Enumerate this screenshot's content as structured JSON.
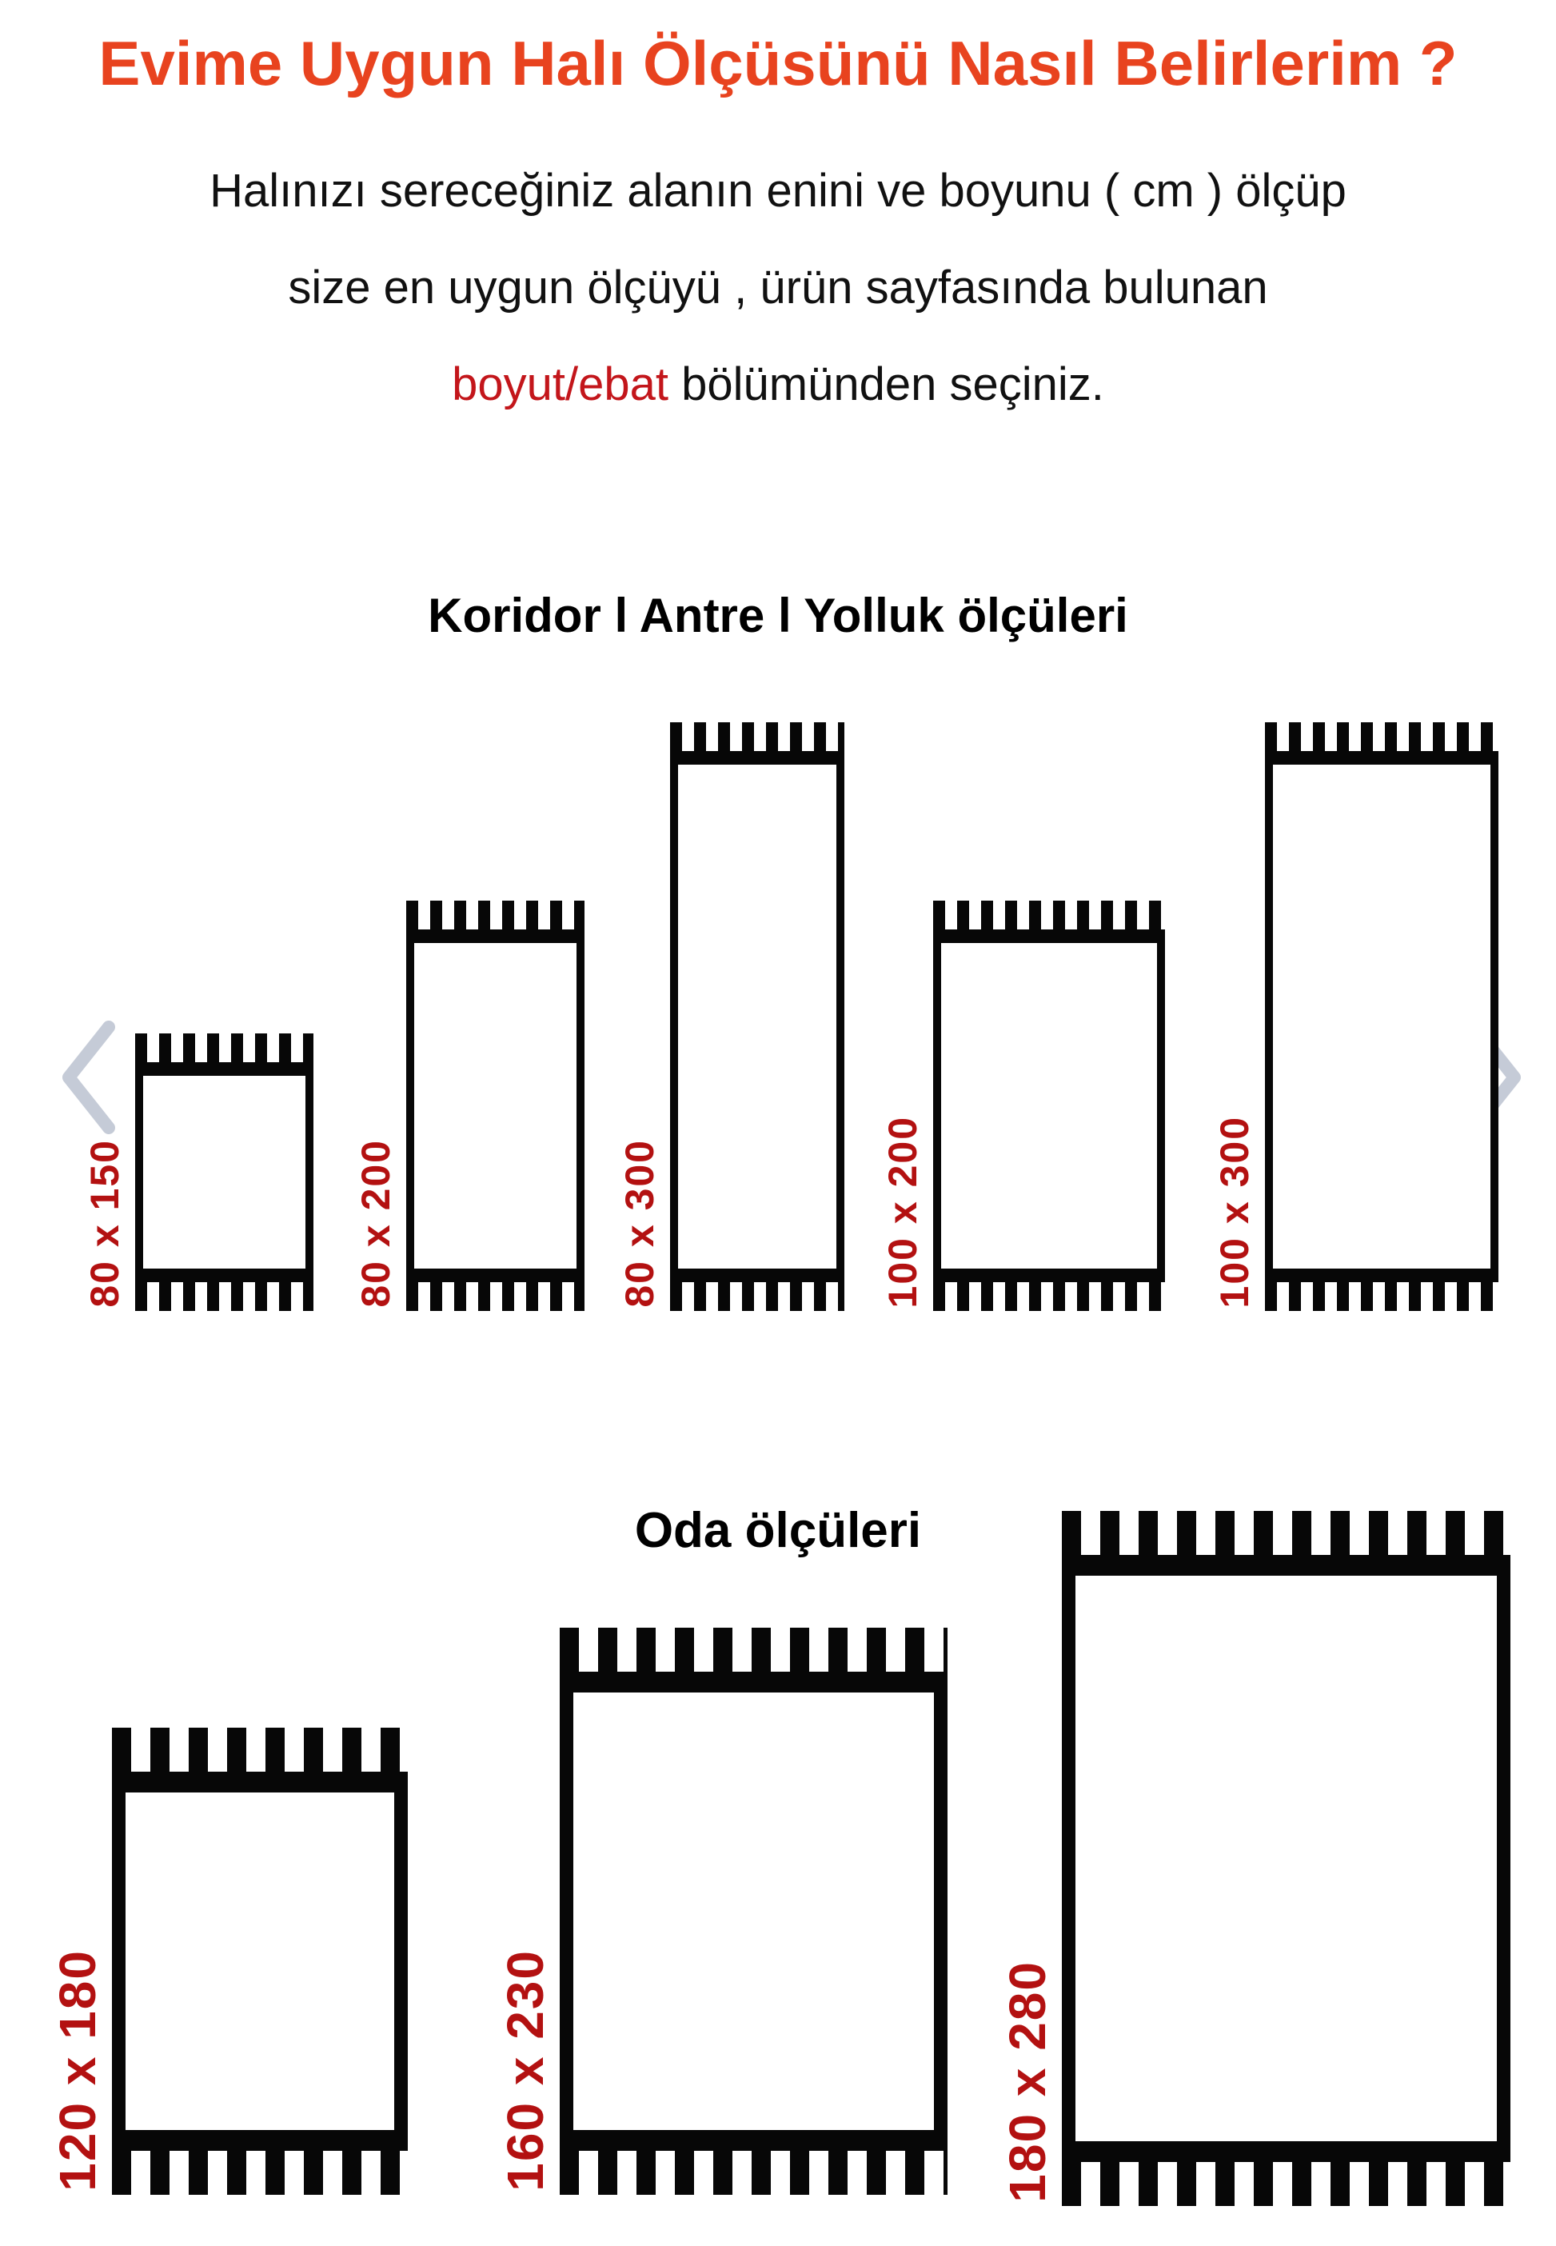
{
  "page": {
    "title": "Evime Uygun Halı Ölçüsünü  Nasıl Belirlerim ?",
    "intro": {
      "line1": "Halınızı sereceğiniz alanın enini ve boyunu ( cm ) ölçüp",
      "line2": "size en uygun ölçüyü , ürün sayfasında bulunan",
      "line3_highlight": "boyut/ebat",
      "line3_rest": " bölümünden seçiniz."
    }
  },
  "sections": {
    "corridor": {
      "heading": "Koridor l Antre l Yolluk ölçüleri",
      "rugs": [
        {
          "label": "80 x 150",
          "width_cm": 80,
          "height_cm": 150
        },
        {
          "label": "80 x 200",
          "width_cm": 80,
          "height_cm": 200
        },
        {
          "label": "80 x 300",
          "width_cm": 80,
          "height_cm": 300
        },
        {
          "label": "100 x 200",
          "width_cm": 100,
          "height_cm": 200
        },
        {
          "label": "100 x 300",
          "width_cm": 100,
          "height_cm": 300
        }
      ]
    },
    "room": {
      "heading": "Oda ölçüleri",
      "rugs": [
        {
          "label": "120 x 180",
          "width_cm": 120,
          "height_cm": 180
        },
        {
          "label": "160 x 230",
          "width_cm": 160,
          "height_cm": 230
        },
        {
          "label": "180 x 280",
          "width_cm": 180,
          "height_cm": 280
        }
      ]
    }
  },
  "carousel": {
    "prev_icon": "chevron-left",
    "next_icon": "chevron-right"
  },
  "colors": {
    "title_color": "#e8431f",
    "highlight_color": "#c3161b",
    "label_color": "#b31111",
    "outline_color": "#070707",
    "chevron_color": "#c5cbd7"
  }
}
